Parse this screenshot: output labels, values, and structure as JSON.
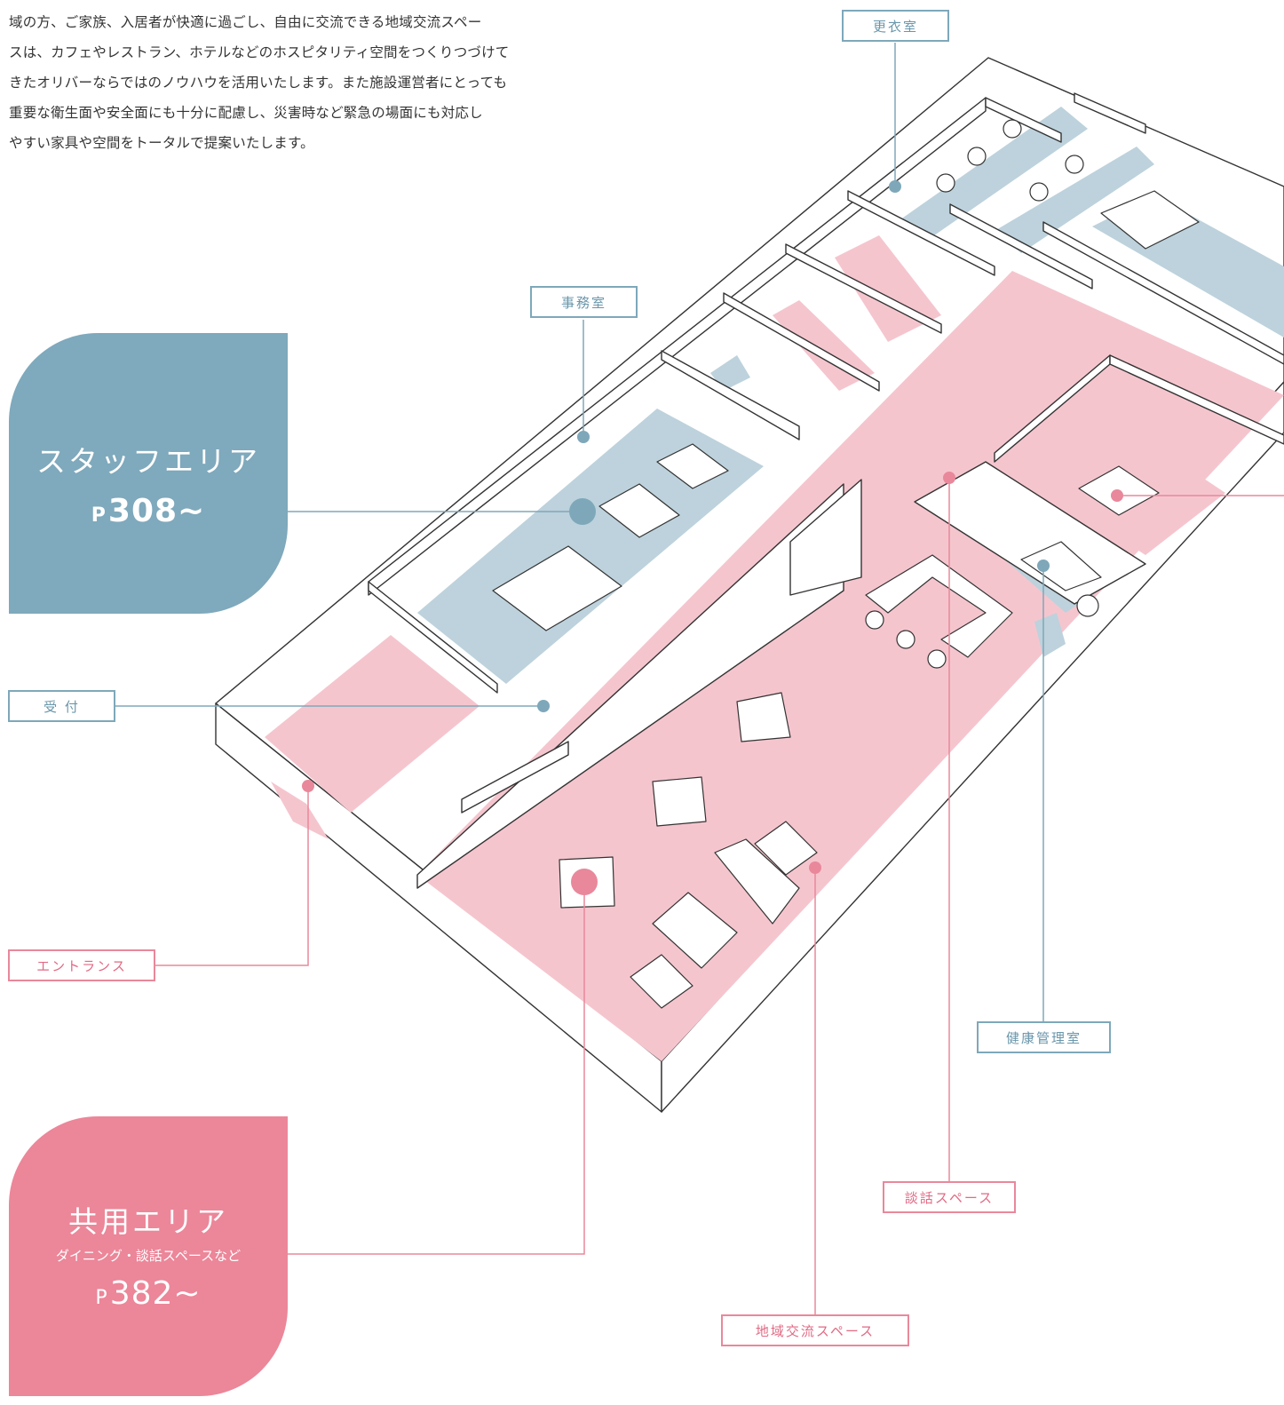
{
  "intro": {
    "lines": [
      "域の方、ご家族、入居者が快適に過ごし、自由に交流できる地域交流スペー",
      "スは、カフェやレストラン、ホテルなどのホスピタリティ空間をつくりつづけて",
      "きたオリバーならではのノウハウを活用いたします。また施設運営者にとっても",
      "重要な衛生面や安全面にも十分に配慮し、災害時など緊急の場面にも対応し",
      "やすい家具や空間をトータルで提案いたします。"
    ]
  },
  "labels": {
    "changing_room": "更衣室",
    "office": "事務室",
    "reception": "受 付",
    "entrance": "エントランス",
    "health_room": "健康管理室",
    "talk_space": "談話スペース",
    "community_space": "地域交流スペース"
  },
  "badges": {
    "staff": {
      "title": "スタッフエリア",
      "page_prefix": "P",
      "page": "308~"
    },
    "common": {
      "title": "共用エリア",
      "subtitle": "ダイニング・談話スペースなど",
      "page_prefix": "P",
      "page": "382~"
    }
  },
  "colors": {
    "staff_blue": "#7fa9bc",
    "staff_floor": "#bdd2dc",
    "common_pink": "#ec8699",
    "common_floor": "#f5c5ce",
    "wall_line": "#333333"
  }
}
